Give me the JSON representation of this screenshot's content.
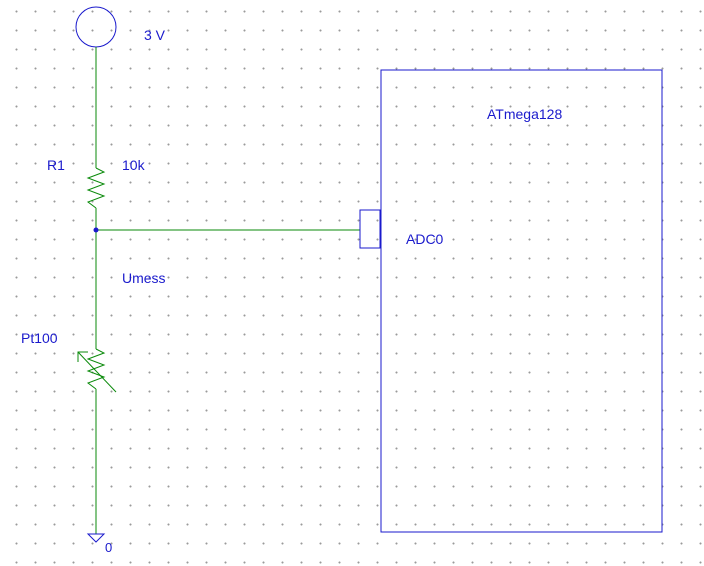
{
  "schematic": {
    "source": {
      "label": "3 V"
    },
    "resistor": {
      "name": "R1",
      "value": "10k"
    },
    "sensor": {
      "name": "Pt100"
    },
    "node": {
      "label": "Umess"
    },
    "mcu": {
      "name": "ATmega128",
      "pin": "ADC0"
    },
    "ground": {
      "label": "0"
    }
  },
  "colors": {
    "wire": "#0a8a0a",
    "component": "#0a8a0a",
    "part_outline": "#1a1acc",
    "text": "#1a1acc",
    "grid_dot": "#9a9a9a"
  }
}
